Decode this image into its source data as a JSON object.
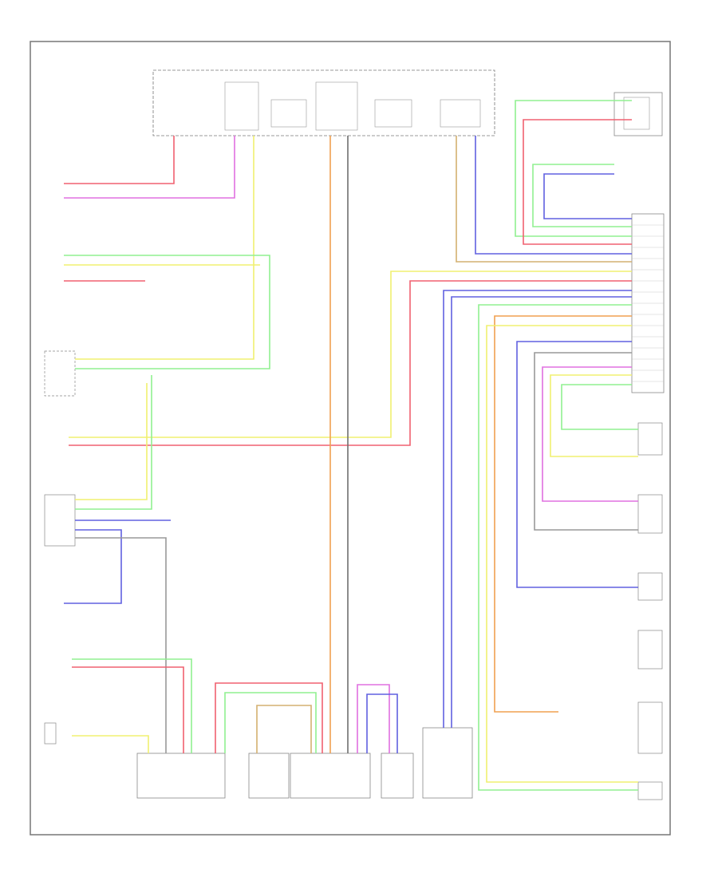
{
  "diagram": {
    "footer_code": "",
    "colors": {
      "red": "#f06070",
      "pink": "#e070e0",
      "yellow": "#f0f070",
      "light_green": "#90f090",
      "green": "#70e070",
      "orange": "#f0a050",
      "gray": "#707070",
      "tan": "#d4b070",
      "blue": "#6060e0",
      "violet": "#a070e0",
      "frame": "#888888"
    },
    "wire_colors_in_use": [
      "red",
      "pink",
      "yellow",
      "light_green",
      "orange",
      "gray",
      "tan",
      "blue",
      "violet"
    ],
    "components": [
      {
        "name": "top-module",
        "labels": []
      },
      {
        "name": "right-connector-block",
        "labels": []
      },
      {
        "name": "left-sensor-1",
        "labels": []
      },
      {
        "name": "left-sensor-2",
        "labels": []
      },
      {
        "name": "bottom-module-1",
        "labels": []
      },
      {
        "name": "bottom-module-2",
        "labels": []
      },
      {
        "name": "bottom-module-3",
        "labels": []
      },
      {
        "name": "bottom-module-4",
        "labels": []
      },
      {
        "name": "bottom-module-5",
        "labels": []
      }
    ]
  }
}
